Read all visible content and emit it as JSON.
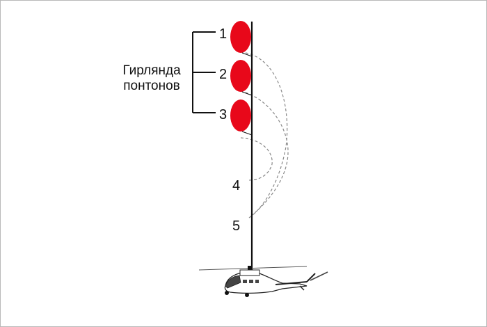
{
  "caption": {
    "line1": "Гирлянда",
    "line2": "понтонов"
  },
  "pontoon_labels": [
    "1",
    "2",
    "3"
  ],
  "position_labels": [
    "4",
    "5"
  ],
  "colors": {
    "pontoon_fill": "#e8081a",
    "line": "#111111",
    "dashed_path": "#888888",
    "border": "#b8b8b8"
  }
}
